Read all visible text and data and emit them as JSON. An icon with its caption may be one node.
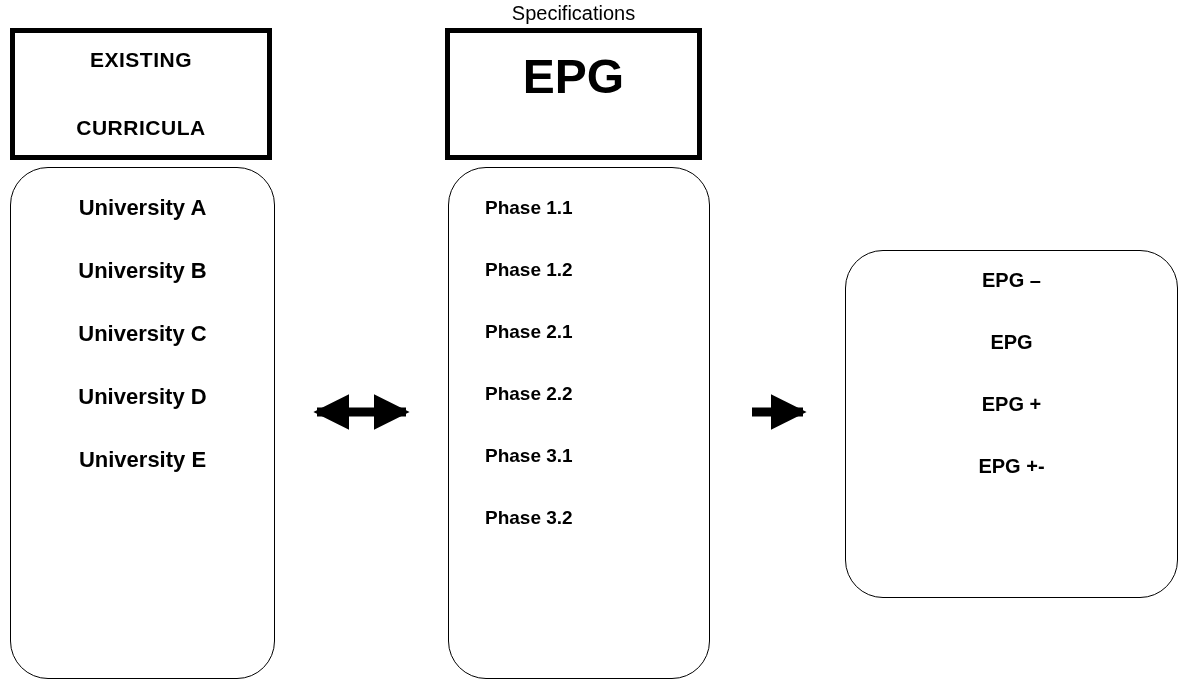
{
  "diagram": {
    "nodes": [
      {
        "text": [
          "EXISTING CURRICULA"
        ]
      },
      {
        "text": [
          "EPG"
        ],
        "beside": [
          "Specifications"
        ]
      },
      {
        "text": [
          "University A",
          "University B",
          "University C",
          "University D",
          "University E"
        ]
      },
      {
        "text": [
          "Phase 1.1",
          "Phase 1.2",
          "Phase 2.1",
          "Phase 2.2",
          "Phase 3.1",
          "Phase 3.2"
        ]
      },
      {
        "text": [
          "EPG –",
          "EPG",
          "EPG +",
          "EPG +-"
        ]
      }
    ],
    "edges": [
      {
        "from": 2,
        "to": 3,
        "arrow": "both"
      },
      {
        "from": 3,
        "to": 4,
        "arrow": "to"
      }
    ]
  }
}
